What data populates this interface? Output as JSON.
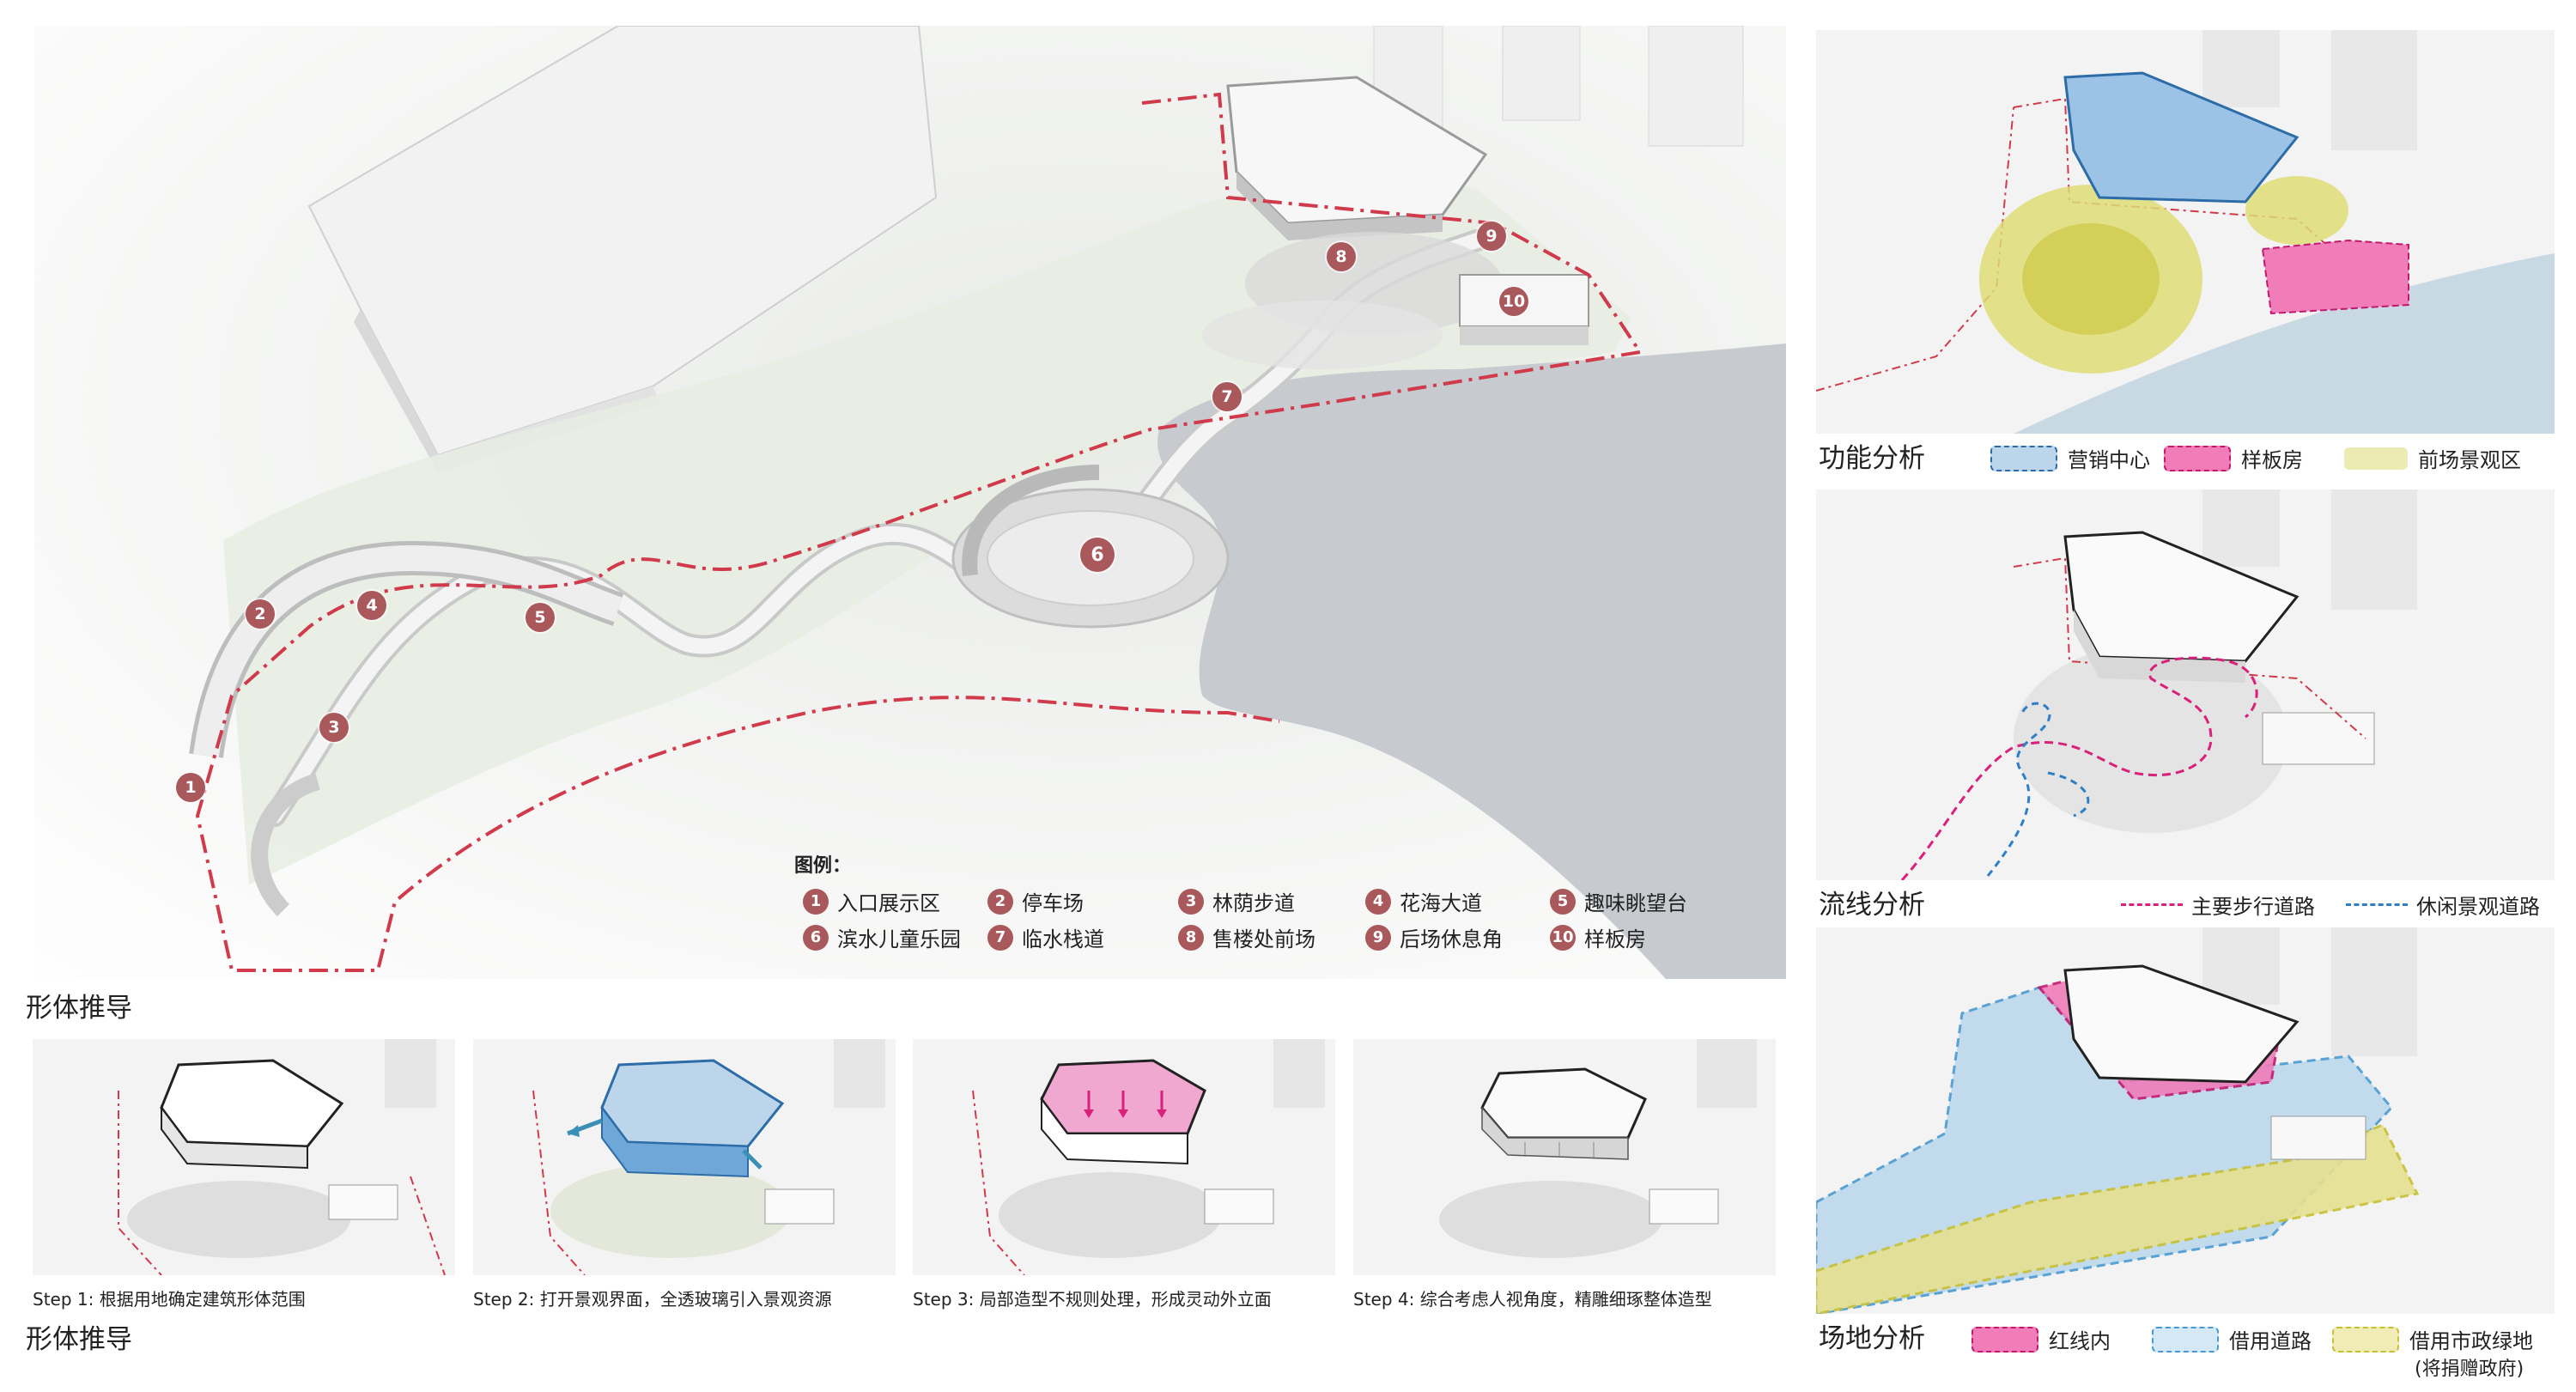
{
  "main_plan": {
    "markers": [
      "1",
      "2",
      "3",
      "4",
      "5",
      "6",
      "7",
      "8",
      "9",
      "10"
    ],
    "legend_title": "图例：",
    "legend": [
      {
        "num": "1",
        "label": "入口展示区"
      },
      {
        "num": "2",
        "label": "停车场"
      },
      {
        "num": "3",
        "label": "林荫步道"
      },
      {
        "num": "4",
        "label": "花海大道"
      },
      {
        "num": "5",
        "label": "趣味眺望台"
      },
      {
        "num": "6",
        "label": "滨水儿童乐园"
      },
      {
        "num": "7",
        "label": "临水栈道"
      },
      {
        "num": "8",
        "label": "售楼处前场"
      },
      {
        "num": "9",
        "label": "后场休息角"
      },
      {
        "num": "10",
        "label": "样板房"
      }
    ]
  },
  "form_derivation": {
    "title_top": "形体推导",
    "title_bottom": "形体推导",
    "steps": [
      {
        "caption": "Step 1: 根据用地确定建筑形体范围"
      },
      {
        "caption": "Step 2: 打开景观界面，全透玻璃引入景观资源"
      },
      {
        "caption": "Step 3: 局部造型不规则处理，形成灵动外立面"
      },
      {
        "caption": "Step 4: 综合考虑人视角度，精雕细琢整体造型"
      }
    ]
  },
  "function_analysis": {
    "title": "功能分析",
    "keys": [
      {
        "label": "营销中心",
        "color": "#5b9bd5"
      },
      {
        "label": "样板房",
        "color": "#e0418f"
      },
      {
        "label": "前场景观区",
        "color": "#e8e6a0"
      }
    ]
  },
  "circulation_analysis": {
    "title": "流线分析",
    "keys": [
      {
        "label": "主要步行道路",
        "color": "#d9207a"
      },
      {
        "label": "休闲景观道路",
        "color": "#2f7fc8"
      }
    ]
  },
  "site_analysis": {
    "title": "场地分析",
    "keys": [
      {
        "label": "红线内",
        "color": "#e0418f"
      },
      {
        "label": "借用道路",
        "color": "#5aa9d8"
      },
      {
        "label": "借用市政绿地",
        "color": "#d6cf3a"
      }
    ],
    "note": "(将捐赠政府)"
  },
  "colors": {
    "marker": "#a9585b",
    "redline": "#d03a4a",
    "water": "#c7cbd0"
  }
}
